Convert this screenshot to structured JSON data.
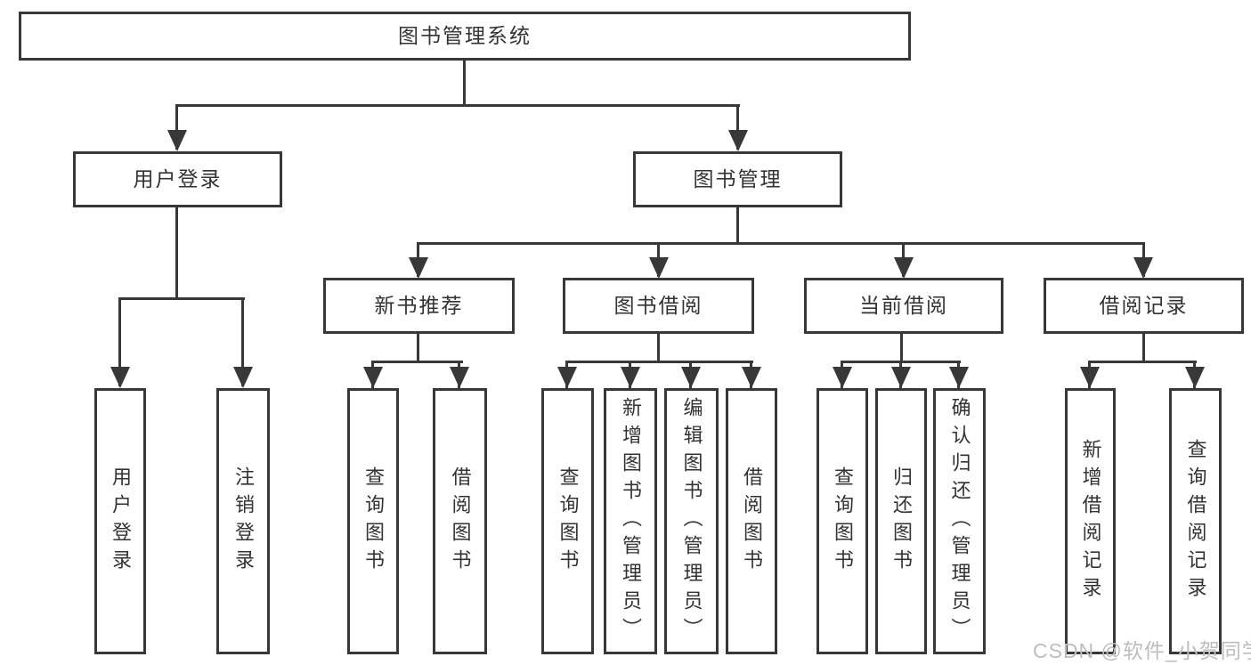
{
  "diagram": {
    "root": {
      "label": "图书管理系统"
    },
    "level2": [
      {
        "label": "用户登录"
      },
      {
        "label": "图书管理"
      }
    ],
    "level3": [
      {
        "label": "新书推荐"
      },
      {
        "label": "图书借阅"
      },
      {
        "label": "当前借阅"
      },
      {
        "label": "借阅记录"
      }
    ],
    "leaves": [
      {
        "label": "用户登录"
      },
      {
        "label": "注销登录"
      },
      {
        "label": "查询图书"
      },
      {
        "label": "借阅图书"
      },
      {
        "label": "查询图书"
      },
      {
        "label": "新增图书（管理员）"
      },
      {
        "label": "编辑图书（管理员）"
      },
      {
        "label": "借阅图书"
      },
      {
        "label": "查询图书"
      },
      {
        "label": "归还图书"
      },
      {
        "label": "确认归还（管理员）"
      },
      {
        "label": "新增借阅记录"
      },
      {
        "label": "查询借阅记录"
      }
    ]
  },
  "watermark": {
    "text": "CSDN @软件_小贺同学"
  },
  "colors": {
    "line": "#383838",
    "text": "#333333",
    "watermark": "#bdbdbd",
    "background": "#ffffff"
  }
}
